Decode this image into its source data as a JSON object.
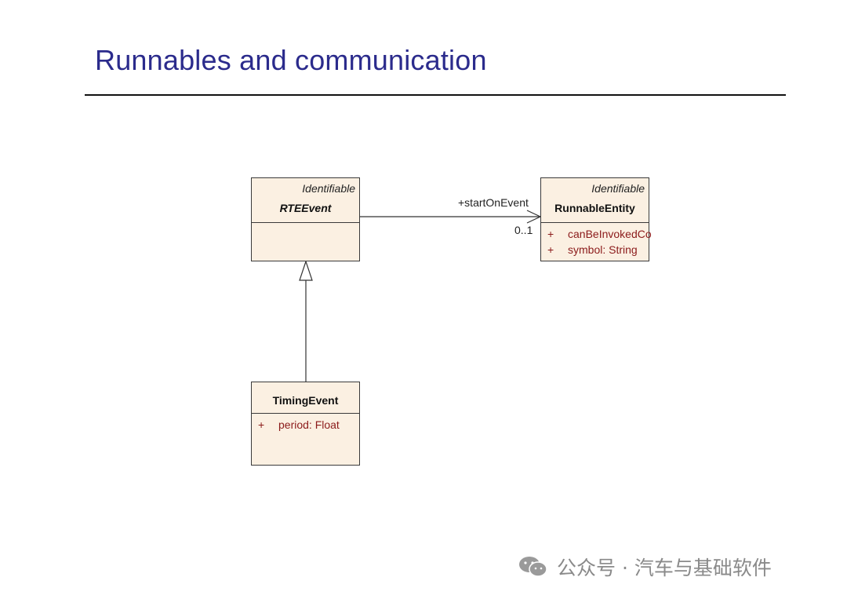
{
  "title": "Runnables and communication",
  "diagram": {
    "classes": {
      "rte_event": {
        "stereotype": "Identifiable",
        "name": "RTEEvent"
      },
      "runnable_entity": {
        "stereotype": "Identifiable",
        "name": "RunnableEntity",
        "attributes": [
          {
            "vis": "+",
            "text": "canBeInvokedCo"
          },
          {
            "vis": "+",
            "text": "symbol:  String"
          }
        ]
      },
      "timing_event": {
        "name": "TimingEvent",
        "attributes": [
          {
            "vis": "+",
            "text": "period:  Float"
          }
        ]
      }
    },
    "association": {
      "role": "+startOnEvent",
      "multiplicity": "0..1"
    }
  },
  "watermark": {
    "text": "公众号 · 汽车与基础软件",
    "icon": "wechat-icon"
  },
  "colors": {
    "title": "#2b2b8c",
    "class_fill": "#fbf0e2",
    "attribute": "#8b1a1a"
  }
}
